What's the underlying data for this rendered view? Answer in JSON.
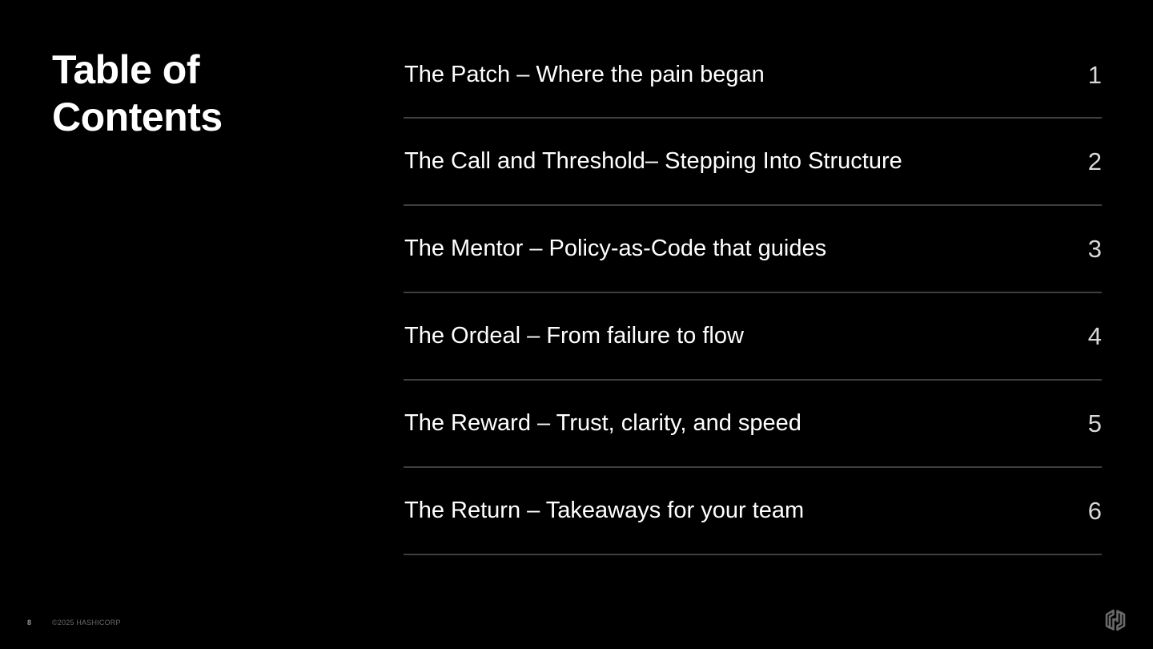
{
  "slide": {
    "title": "Table of Contents",
    "items": [
      {
        "label": "The Patch – Where the pain began",
        "number": "1"
      },
      {
        "label": "The Call and Threshold– Stepping Into Structure",
        "number": "2"
      },
      {
        "label": "The Mentor – Policy-as-Code that guides",
        "number": "3"
      },
      {
        "label": "The Ordeal – From failure to flow",
        "number": "4"
      },
      {
        "label": "The Reward – Trust, clarity, and speed",
        "number": "5"
      },
      {
        "label": "The Return – Takeaways for your team",
        "number": "6"
      }
    ]
  },
  "footer": {
    "page_number": "8",
    "copyright": "©2025 HASHICORP"
  },
  "logo": {
    "icon": "hashicorp-logo-icon",
    "color": "#6a6a6a"
  },
  "colors": {
    "background": "#000000",
    "text": "#ffffff",
    "divider": "#3f3f3f"
  }
}
